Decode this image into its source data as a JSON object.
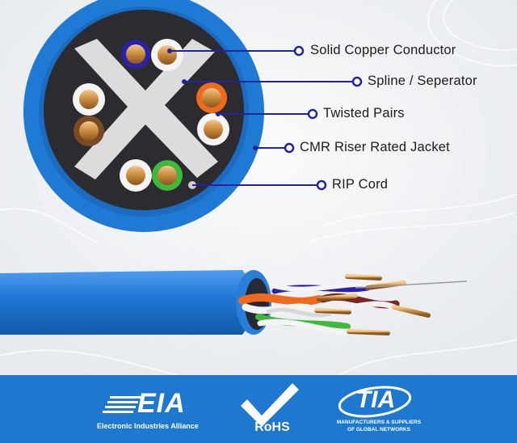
{
  "callouts": [
    {
      "id": "conductor",
      "label": "Solid Copper Conductor"
    },
    {
      "id": "spline",
      "label": "Spline / Seperator"
    },
    {
      "id": "pairs",
      "label": "Twisted Pairs"
    },
    {
      "id": "jacket",
      "label": "CMR Riser Rated Jacket"
    },
    {
      "id": "ripcord",
      "label": "RIP Cord"
    }
  ],
  "logos": {
    "eia": {
      "mark": "EIA",
      "subtitle": "Electronic Industries Alliance"
    },
    "rohs": {
      "mark": "RoHS"
    },
    "tia": {
      "mark": "TIA",
      "subtitle_line1": "MANUFACTURERS & SUPPLIERS",
      "subtitle_line2": "OF GLOBAL NETWORKS"
    }
  },
  "colors": {
    "jacket": "#1e76d2",
    "callout_line": "#23239a",
    "footer": "#1e78d0",
    "core": "#2a2a2e",
    "copper": "#c8893a"
  }
}
